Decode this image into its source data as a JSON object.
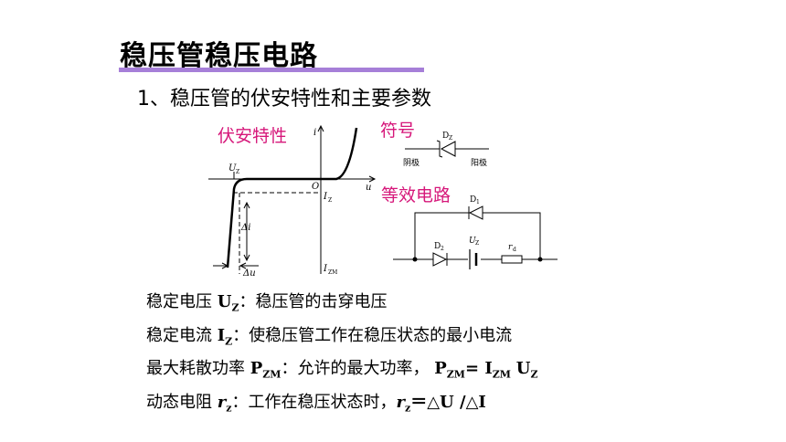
{
  "title": "稳压管稳压电路",
  "subtitle": "1、稳压管的伏安特性和主要参数",
  "labels": {
    "vi_curve": "伏安特性",
    "symbol": "符号",
    "equivalent": "等效电路"
  },
  "vi_graph": {
    "i_axis": "i",
    "u_axis": "u",
    "origin": "O",
    "uz": "U",
    "uz_sub": "Z",
    "iz": "I",
    "iz_sub": "Z",
    "izm": "I",
    "izm_sub": "ZM",
    "delta_i": "Δi",
    "delta_u": "Δu"
  },
  "symbol_diagram": {
    "name": "D",
    "name_sub": "Z",
    "cathode": "阴极",
    "anode": "阳极"
  },
  "equivalent_circuit": {
    "d1": "D",
    "d1_sub": "1",
    "d2": "D",
    "d2_sub": "2",
    "uz": "U",
    "uz_sub": "Z",
    "rd": "r",
    "rd_sub": "d"
  },
  "params": {
    "row1_text": "稳定电压 ",
    "row1_sym": "U",
    "row1_sub": "Z",
    "row1_desc": "：稳压管的击穿电压",
    "row2_text": "稳定电流 ",
    "row2_sym": "I",
    "row2_sub": "Z",
    "row2_desc": "：使稳压管工作在稳压状态的最小电流",
    "row3_text": "最大耗散功率 ",
    "row3_sym": "P",
    "row3_sub": "ZM",
    "row3_desc": "：允许的最大功率，",
    "row3_f1": "P",
    "row3_f1_sub": "ZM",
    "row3_eq": "= ",
    "row3_f2": "I",
    "row3_f2_sub": "ZM",
    "row3_f3": "U",
    "row3_f3_sub": "Z",
    "row4_text": "动态电阻 ",
    "row4_sym": "r",
    "row4_sub": "z",
    "row4_desc": "：工作在稳压状态时，",
    "row4_f1": "r",
    "row4_f1_sub": "z",
    "row4_formula": "＝△U /△I"
  },
  "colors": {
    "accent_pink": "#d6177a",
    "title_underline": "#a67fd8"
  }
}
